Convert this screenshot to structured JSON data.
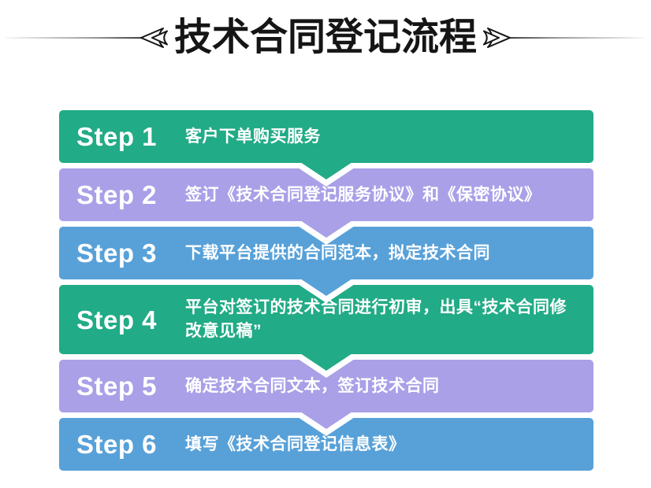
{
  "title": "技术合同登记流程",
  "icons": {
    "ornament_left": "double-chevron-left",
    "ornament_right": "double-chevron-right"
  },
  "colors": {
    "green": "#21ab86",
    "purple": "#a9a0e8",
    "blue": "#58a1d8",
    "title_ink": "#151515",
    "background": "#ffffff",
    "step_text": "#ffffff"
  },
  "steps": [
    {
      "label": "Step 1",
      "text": "客户下单购买服务",
      "color": "green"
    },
    {
      "label": "Step 2",
      "text": "签订《技术合同登记服务协议》和《保密协议》",
      "color": "purple"
    },
    {
      "label": "Step 3",
      "text": "下载平台提供的合同范本，拟定技术合同",
      "color": "blue"
    },
    {
      "label": "Step 4",
      "text": "平台对签订的技术合同进行初审，出具“技术合同修改意见稿”",
      "color": "green"
    },
    {
      "label": "Step 5",
      "text": "确定技术合同文本，签订技术合同",
      "color": "purple"
    },
    {
      "label": "Step 6",
      "text": "填写《技术合同登记信息表》",
      "color": "blue"
    }
  ]
}
